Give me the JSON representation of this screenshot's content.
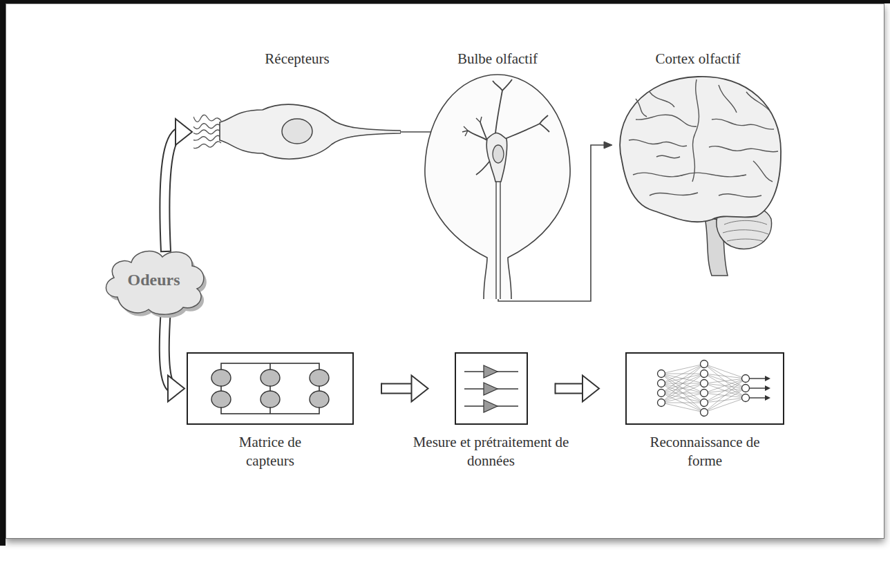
{
  "diagram": {
    "nodes": [
      {
        "text": [
          "Récepteurs"
        ]
      },
      {
        "text": [
          "Bulbe olfactif"
        ]
      },
      {
        "text": [
          "Cortex olfactif"
        ]
      },
      {
        "text": [
          "Odeurs"
        ]
      },
      {
        "text": [
          "Matrice de capteurs"
        ]
      },
      {
        "text": [
          "Mesure et prétraitement de données"
        ]
      },
      {
        "text": [
          "Reconnaissance de forme"
        ]
      }
    ],
    "edges": [
      {
        "from": 3,
        "to": 0,
        "arrow": "to"
      },
      {
        "from": 0,
        "to": 1,
        "arrow": "none"
      },
      {
        "from": 1,
        "to": 2,
        "arrow": "to"
      },
      {
        "from": 3,
        "to": 4,
        "arrow": "to"
      },
      {
        "from": 4,
        "to": 5,
        "arrow": "to"
      },
      {
        "from": 5,
        "to": 6,
        "arrow": "to"
      }
    ]
  }
}
